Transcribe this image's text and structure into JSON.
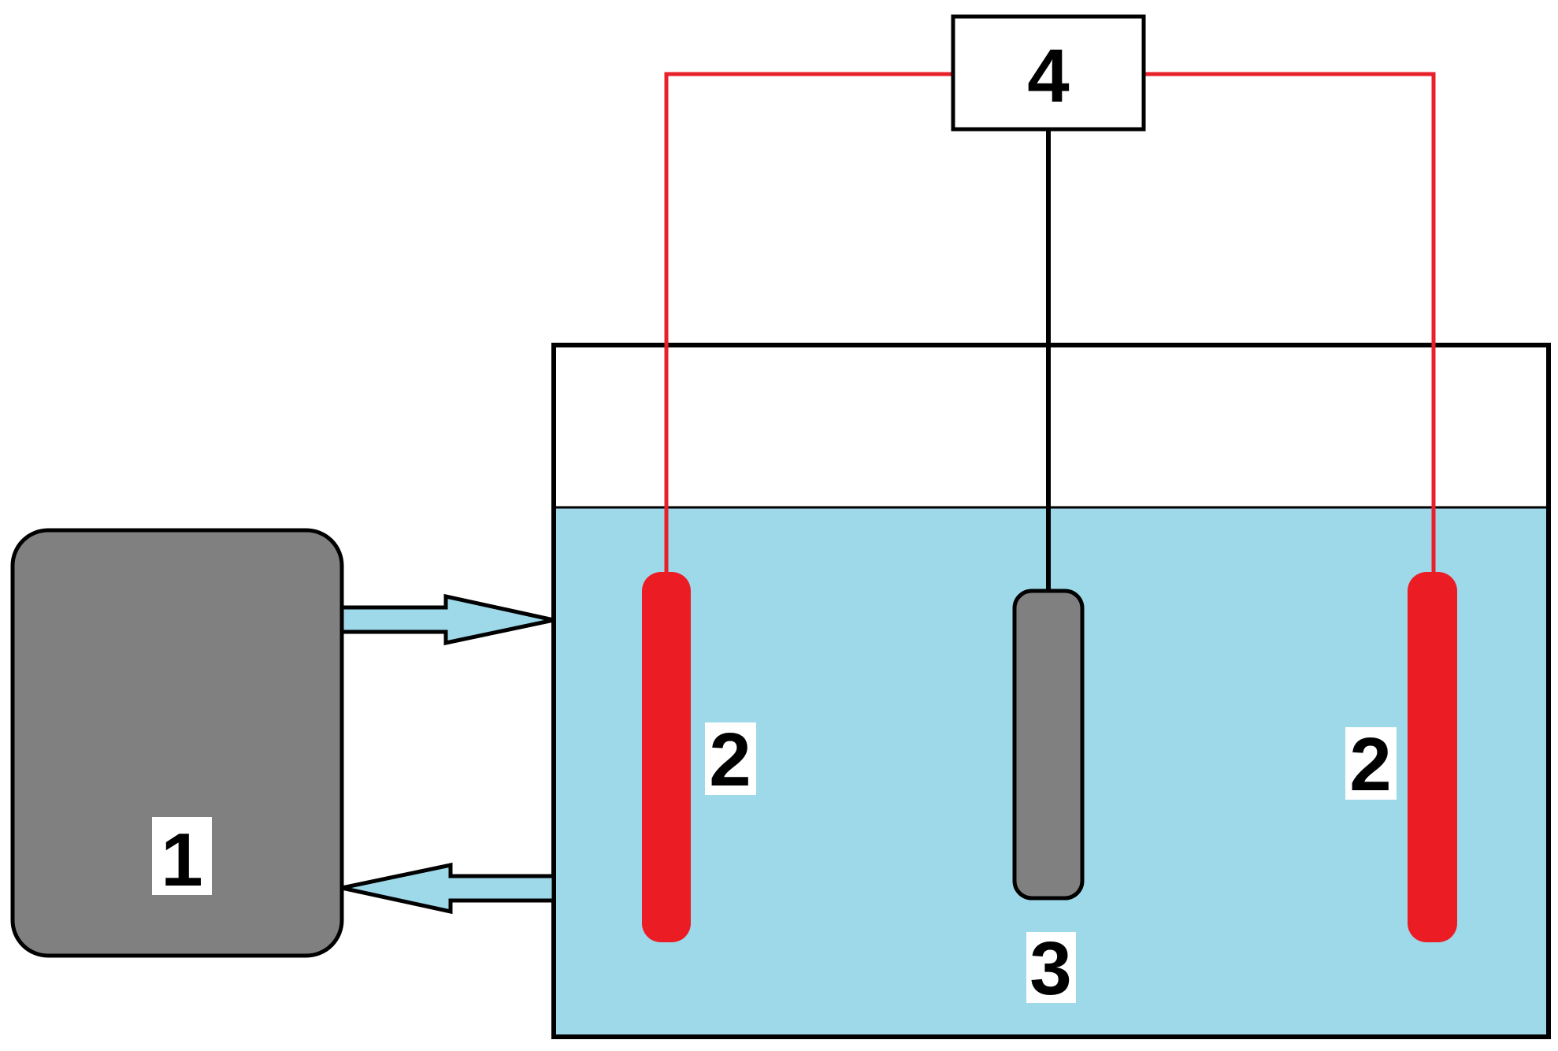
{
  "labels": {
    "unit_1": "1",
    "electrode_left": "2",
    "electrode_right": "2",
    "electrode_center": "3",
    "device_4": "4"
  },
  "colors": {
    "background": "#ffffff",
    "outline": "#000000",
    "liquid": "#9ed9ea",
    "wire_red": "#e8202a",
    "electrode_red": "#ec1c24",
    "gray_unit": "#808080"
  }
}
